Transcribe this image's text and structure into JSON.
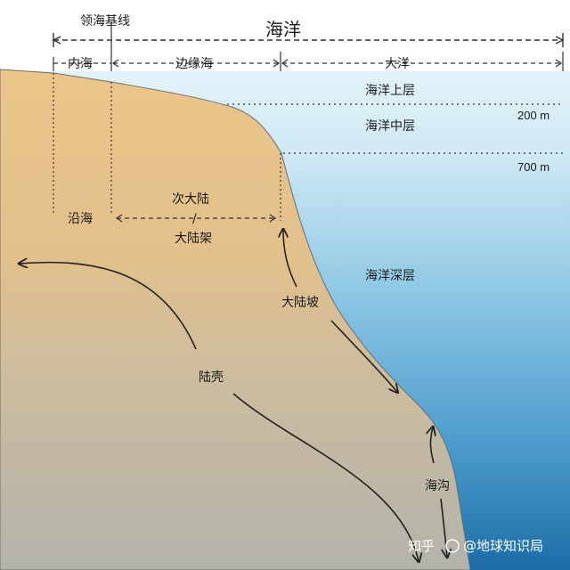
{
  "labels": {
    "baseline": "领海基线",
    "ocean": "海洋",
    "internal_waters": "内海",
    "marginal_sea": "边缘海",
    "open_ocean": "大洋",
    "upper_layer": "海洋上层",
    "middle_layer": "海洋中层",
    "deep_layer": "海洋深层",
    "depth_200": "200 m",
    "depth_700": "700 m",
    "coastal": "沿海",
    "subcontinent_line1": "次大陆",
    "subcontinent_slash": "/",
    "subcontinent_line2": "大陆架",
    "continental_slope": "大陆坡",
    "crust": "陆壳",
    "trench": "海沟"
  },
  "watermark": {
    "site": "知乎",
    "handle": "@地球知识局"
  },
  "colors": {
    "land_top": "#ecc68a",
    "land_bottom": "#b8b7ab",
    "water_top": "#dff1f8",
    "water_bottom": "#1e70aa",
    "line": "#333333"
  }
}
